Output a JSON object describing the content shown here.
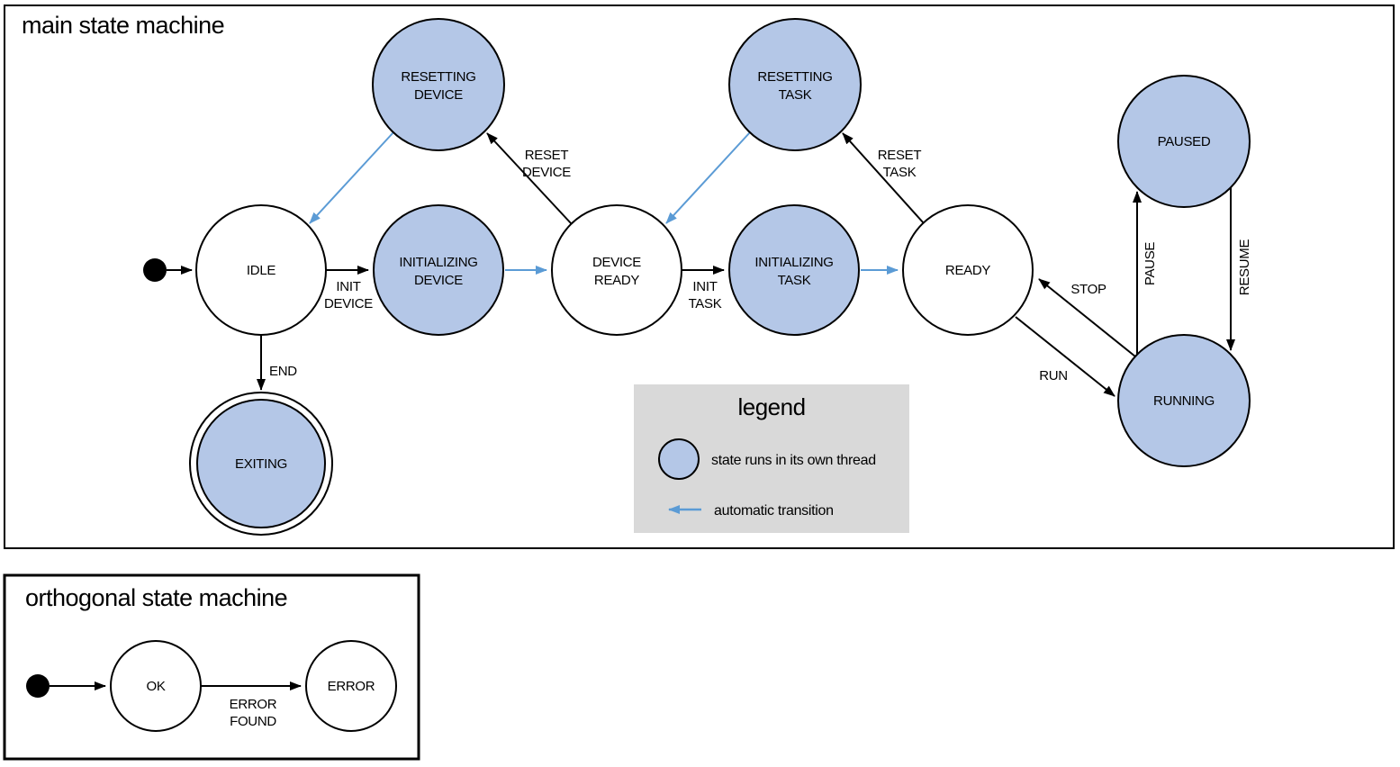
{
  "colors": {
    "threaded_state_fill": "#b4c7e7",
    "state_stroke": "#000000",
    "automatic_transition_blue": "#5b9bd5",
    "legend_background": "#d9d9d9",
    "text": "#000000"
  },
  "main_machine": {
    "title": "main state machine",
    "states": [
      {
        "name": "IDLE",
        "label1": "IDLE",
        "threaded": false,
        "final": false
      },
      {
        "name": "RESETTING DEVICE",
        "label1": "RESETTING",
        "label2": "DEVICE",
        "threaded": true,
        "final": false
      },
      {
        "name": "INITIALIZING DEVICE",
        "label1": "INITIALIZING",
        "label2": "DEVICE",
        "threaded": true,
        "final": false
      },
      {
        "name": "DEVICE READY",
        "label1": "DEVICE",
        "label2": "READY",
        "threaded": false,
        "final": false
      },
      {
        "name": "RESETTING TASK",
        "label1": "RESETTING",
        "label2": "TASK",
        "threaded": true,
        "final": false
      },
      {
        "name": "INITIALIZING TASK",
        "label1": "INITIALIZING",
        "label2": "TASK",
        "threaded": true,
        "final": false
      },
      {
        "name": "READY",
        "label1": "READY",
        "threaded": false,
        "final": false
      },
      {
        "name": "PAUSED",
        "label1": "PAUSED",
        "threaded": true,
        "final": false
      },
      {
        "name": "RUNNING",
        "label1": "RUNNING",
        "threaded": true,
        "final": false
      },
      {
        "name": "EXITING",
        "label1": "EXITING",
        "threaded": true,
        "final": true
      }
    ],
    "transitions": [
      {
        "from": "initial",
        "to": "IDLE",
        "automatic": false
      },
      {
        "from": "IDLE",
        "to": "INITIALIZING DEVICE",
        "label1": "INIT",
        "label2": "DEVICE",
        "automatic": false
      },
      {
        "from": "INITIALIZING DEVICE",
        "to": "DEVICE READY",
        "automatic": true
      },
      {
        "from": "DEVICE READY",
        "to": "RESETTING DEVICE",
        "label1": "RESET",
        "label2": "DEVICE",
        "automatic": false
      },
      {
        "from": "RESETTING DEVICE",
        "to": "IDLE",
        "automatic": true
      },
      {
        "from": "DEVICE READY",
        "to": "INITIALIZING TASK",
        "label1": "INIT",
        "label2": "TASK",
        "automatic": false
      },
      {
        "from": "INITIALIZING TASK",
        "to": "READY",
        "automatic": true
      },
      {
        "from": "READY",
        "to": "RESETTING TASK",
        "label1": "RESET",
        "label2": "TASK",
        "automatic": false
      },
      {
        "from": "RESETTING TASK",
        "to": "DEVICE READY",
        "automatic": true
      },
      {
        "from": "READY",
        "to": "RUNNING",
        "label1": "RUN",
        "automatic": false
      },
      {
        "from": "RUNNING",
        "to": "READY",
        "label1": "STOP",
        "automatic": false
      },
      {
        "from": "RUNNING",
        "to": "PAUSED",
        "label1": "PAUSE",
        "automatic": false
      },
      {
        "from": "PAUSED",
        "to": "RUNNING",
        "label1": "RESUME",
        "automatic": false
      },
      {
        "from": "IDLE",
        "to": "EXITING",
        "label1": "END",
        "automatic": false
      }
    ]
  },
  "legend": {
    "title": "legend",
    "items": [
      {
        "symbol": "threaded-state-circle",
        "label": "state runs in its own thread"
      },
      {
        "symbol": "automatic-transition-arrow",
        "label": "automatic transition"
      }
    ]
  },
  "orthogonal_machine": {
    "title": "orthogonal state machine",
    "states": [
      {
        "name": "OK",
        "label1": "OK",
        "threaded": false,
        "final": false
      },
      {
        "name": "ERROR",
        "label1": "ERROR",
        "threaded": false,
        "final": false
      }
    ],
    "transitions": [
      {
        "from": "initial",
        "to": "OK",
        "automatic": false
      },
      {
        "from": "OK",
        "to": "ERROR",
        "label1": "ERROR",
        "label2": "FOUND",
        "automatic": false
      }
    ]
  }
}
